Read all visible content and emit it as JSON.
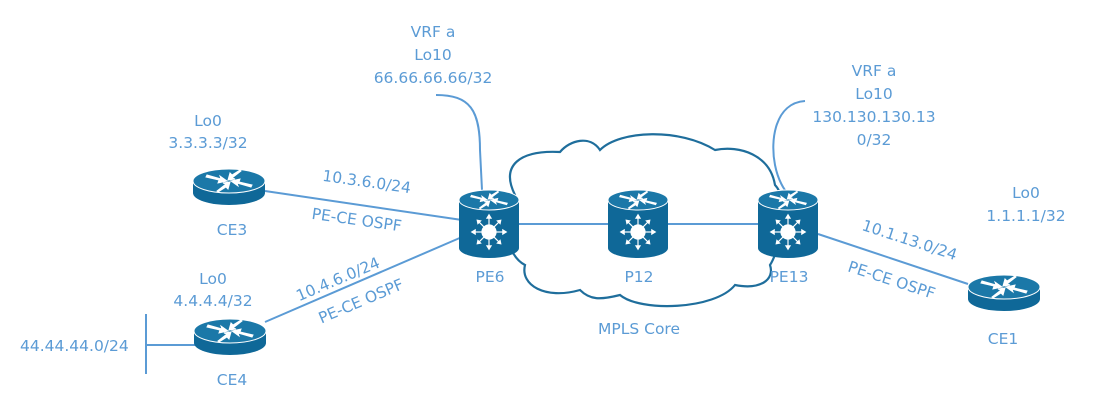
{
  "diagram": {
    "title": "MPLS L3VPN PE-CE OSPF topology",
    "colors": {
      "label": "#5b9bd5",
      "link": "#5b9bd5",
      "device": "#0f6898",
      "cloud_outline": "#1f6e9c"
    },
    "cloud": {
      "label": "MPLS Core"
    },
    "devices": {
      "ce3": {
        "name": "CE3",
        "type": "router",
        "loopback": "Lo0",
        "address": "3.3.3.3/32"
      },
      "ce4": {
        "name": "CE4",
        "type": "router",
        "loopback": "Lo0",
        "address": "4.4.4.4/32"
      },
      "ce1": {
        "name": "CE1",
        "type": "router",
        "loopback": "Lo0",
        "address": "1.1.1.1/32"
      },
      "pe6": {
        "name": "PE6",
        "type": "layer3-switch",
        "vrf": "VRF a",
        "loopback": "Lo10",
        "address": "66.66.66.66/32"
      },
      "p12": {
        "name": "P12",
        "type": "layer3-switch"
      },
      "pe13": {
        "name": "PE13",
        "type": "layer3-switch",
        "vrf": "VRF a",
        "loopback": "Lo10",
        "address_line1": "130.130.130.13",
        "address_line2": "0/32"
      }
    },
    "links": {
      "ce3_pe6": {
        "subnet": "10.3.6.0/24",
        "protocol": "PE-CE OSPF"
      },
      "ce4_pe6": {
        "subnet": "10.4.6.0/24",
        "protocol": "PE-CE OSPF"
      },
      "pe13_ce1": {
        "subnet": "10.1.13.0/24",
        "protocol": "PE-CE OSPF"
      }
    },
    "lan": {
      "subnet": "44.44.44.0/24"
    }
  }
}
